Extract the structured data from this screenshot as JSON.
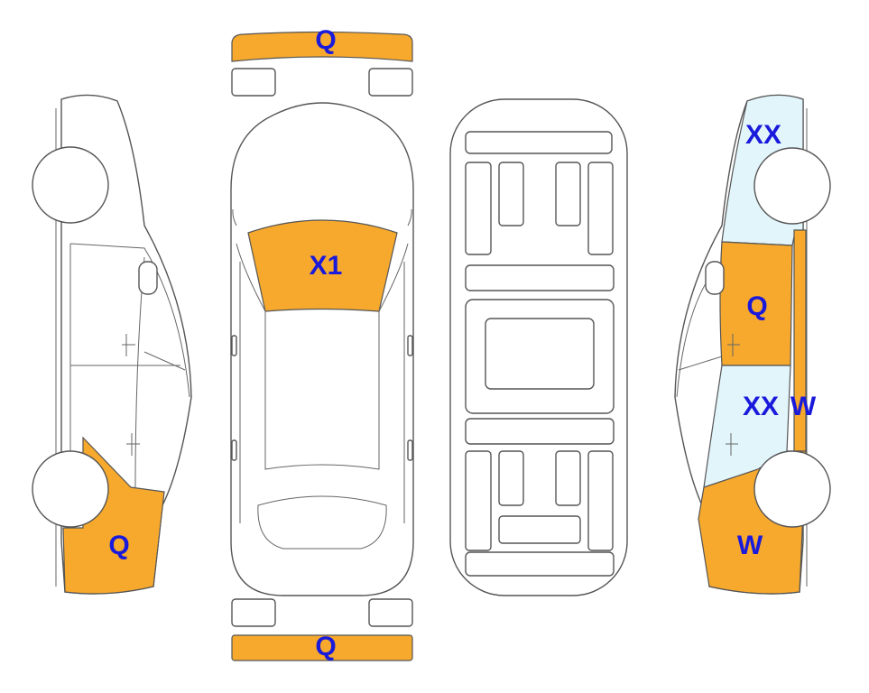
{
  "colors": {
    "damage_orange": "#F6A92D",
    "damage_lightblue": "#E2F5FB",
    "label_text": "#1A1ADB",
    "outline": "#555555"
  },
  "labels": {
    "front_bumper": "Q",
    "hood": "X1",
    "rear_bumper": "Q",
    "left_rear_quarter": "Q",
    "right_front_fender": "XX",
    "right_front_door": "Q",
    "right_rear_door": "XX",
    "right_rear_door_edge": "W",
    "right_rear_quarter": "W"
  }
}
